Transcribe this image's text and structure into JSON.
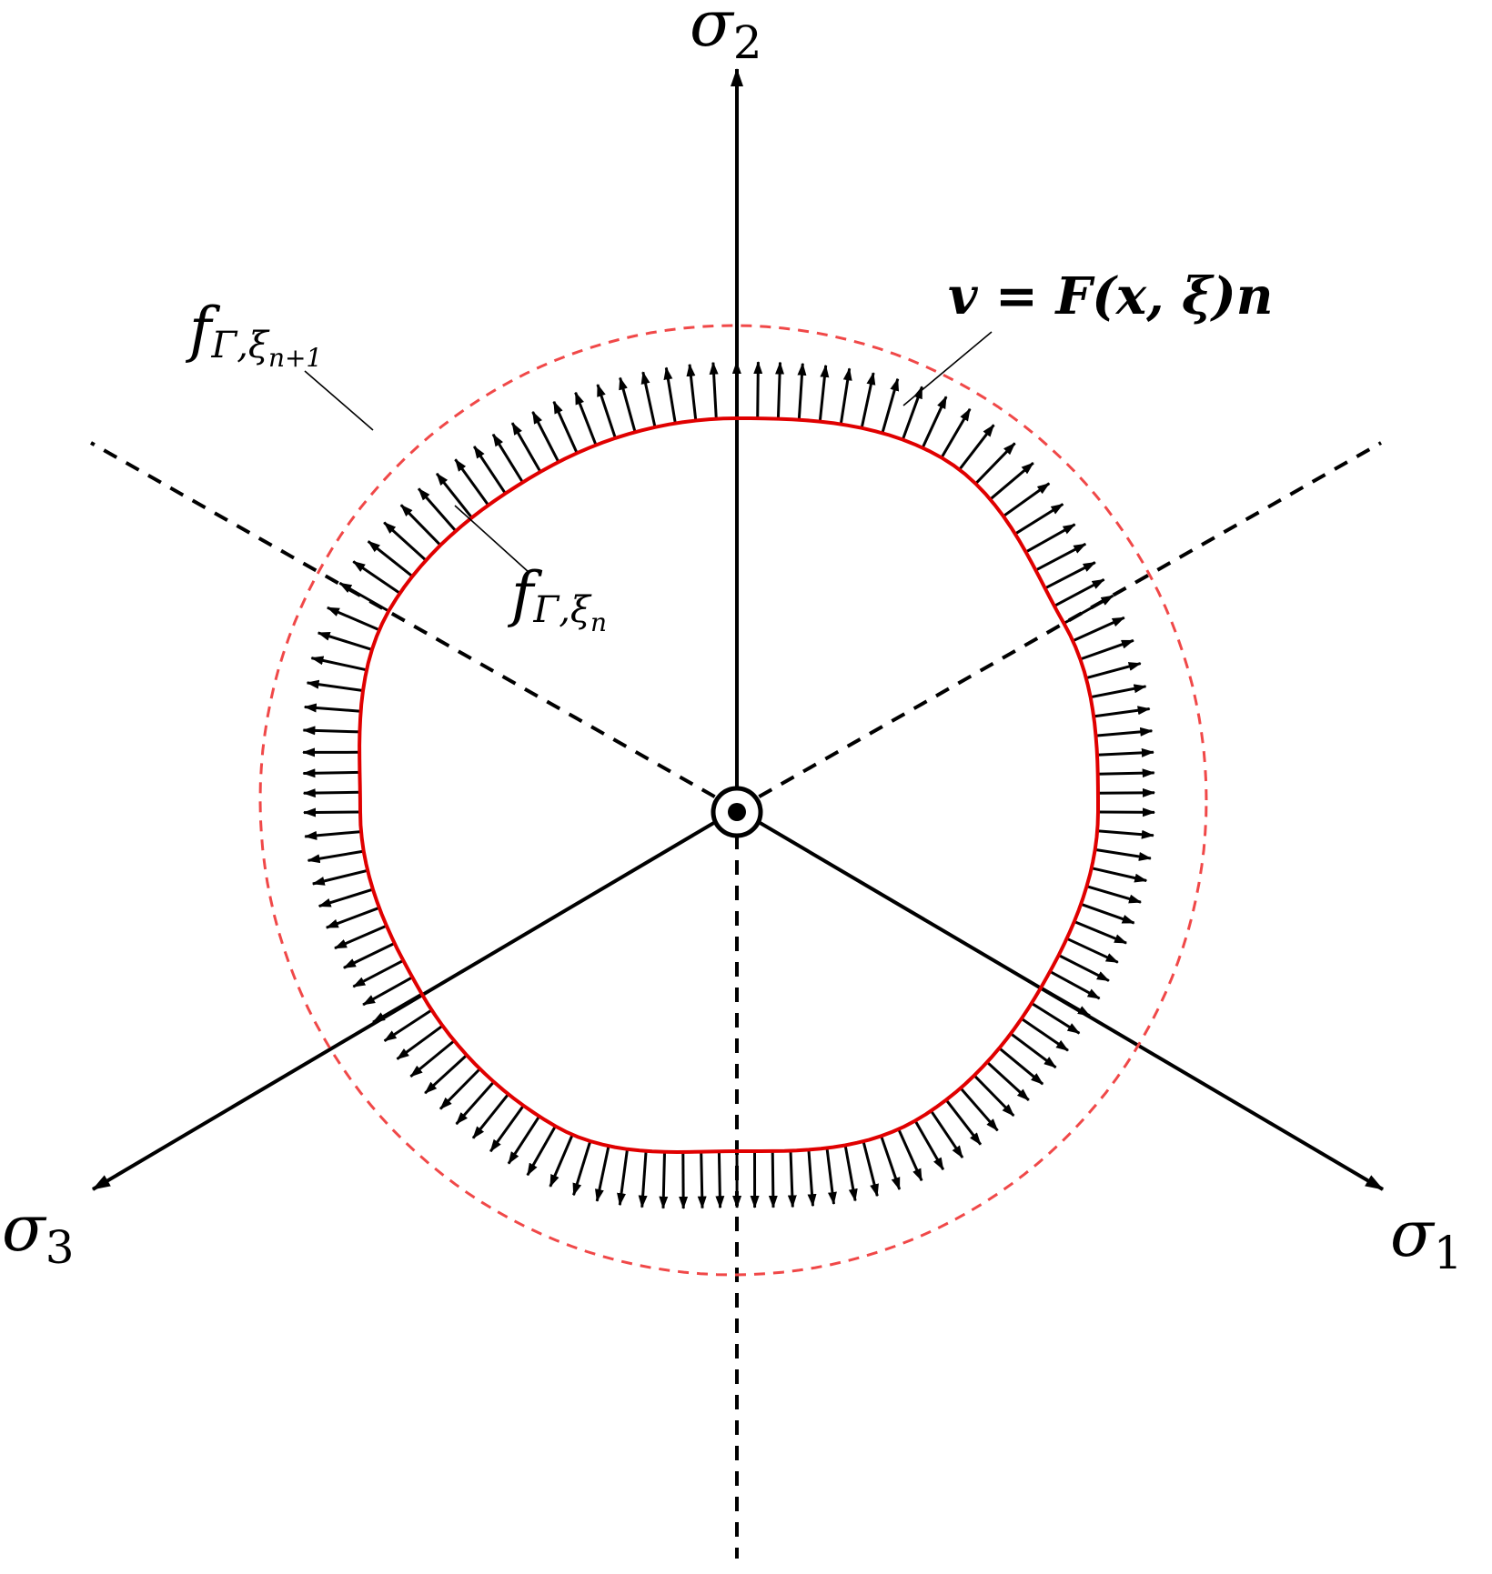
{
  "axes": {
    "sigma1": {
      "base": "σ",
      "sub": "1"
    },
    "sigma2": {
      "base": "σ",
      "sub": "2"
    },
    "sigma3": {
      "base": "σ",
      "sub": "3"
    }
  },
  "labels": {
    "velocity": "v = F(x, ξ)n",
    "f_next": {
      "base": "f",
      "sub": "Γ,ξ",
      "subsub": "n+1"
    },
    "f_current": {
      "base": "f",
      "sub": "Γ,ξ",
      "subsub": "n"
    }
  },
  "colors": {
    "axis": "#000000",
    "surface_current": "#e00000",
    "surface_next": "#f04848",
    "normal_arrows": "#000000"
  },
  "normal_arrow_count": 120
}
